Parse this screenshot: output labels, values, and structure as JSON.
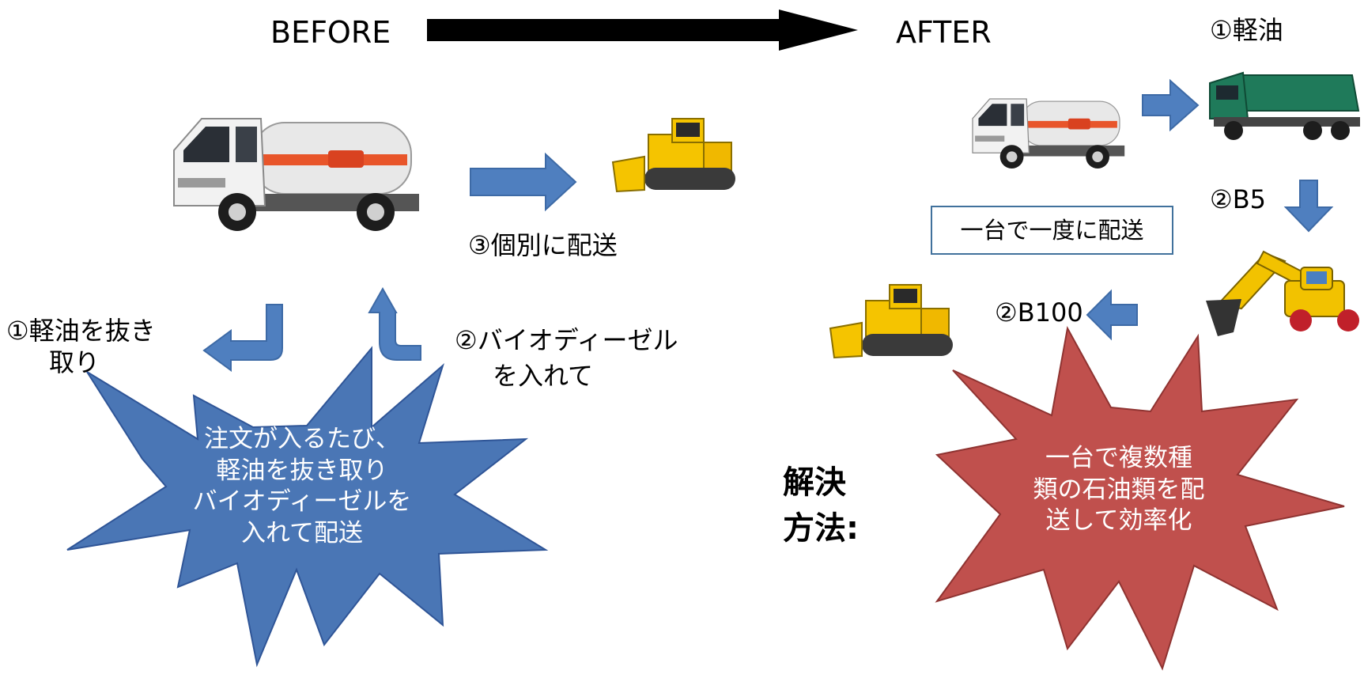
{
  "header": {
    "before": "BEFORE",
    "after": "AFTER"
  },
  "before": {
    "step1_line1": "①軽油を抜き",
    "step1_line2": "取り",
    "step2_line1": "②バイオディーゼル",
    "step2_line2": "を入れて",
    "step3": "③個別に配送",
    "burst_lines": [
      "注文が入るたび、",
      "軽油を抜き取り",
      "バイオディーゼルを",
      "入れて配送"
    ]
  },
  "after": {
    "fuel1": "①軽油",
    "fuel2": "②B5",
    "fuel3": "②B100",
    "box": "一台で一度に配送",
    "burst_lines": [
      "一台で複数種",
      "類の石油類を配",
      "送して効率化"
    ]
  },
  "solution": {
    "line1": "解決",
    "line2": "方法:"
  },
  "colors": {
    "blue_arrow": "#4f7fbf",
    "blue_burst": "#4a76b5",
    "red_burst": "#c0504d",
    "box_border": "#41719c"
  }
}
